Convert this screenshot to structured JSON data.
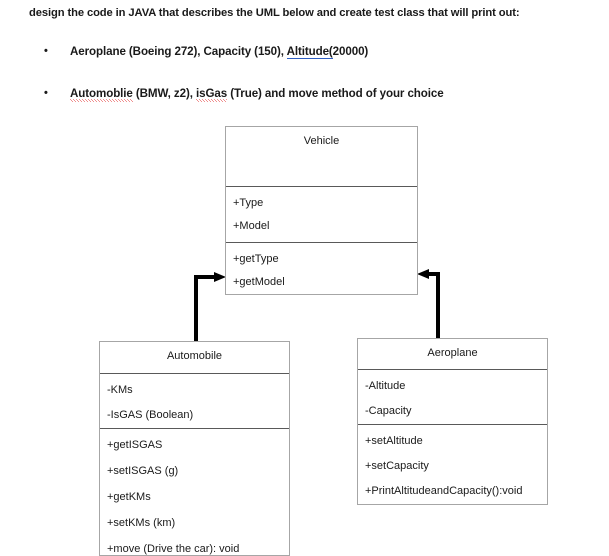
{
  "prompt": {
    "instruction": "design the code in JAVA that describes the UML below and create test class that will print out:",
    "bullets": [
      {
        "marker": "•",
        "pre": "Aeroplane (Boeing 272), Capacity (150), ",
        "underlined": "Altitude(",
        "post": "20000)"
      },
      {
        "marker": "•",
        "misspelled_1": "Automoblie",
        "mid": " (BMW, z2), ",
        "misspelled_2": "isGas",
        "post": " (True) and move method of your choice"
      }
    ]
  },
  "diagram": {
    "type": "uml-class-diagram",
    "classes": [
      {
        "name": "Vehicle",
        "attributes": [
          "+Type",
          "+Model"
        ],
        "methods": [
          "+getType",
          "+getModel"
        ]
      },
      {
        "name": "Automobile",
        "attributes": [
          "-KMs",
          "-IsGAS (Boolean)"
        ],
        "methods": [
          "+getISGAS",
          "+setISGAS (g)",
          "+getKMs",
          "+setKMs (km)",
          "+move (Drive the car): void"
        ]
      },
      {
        "name": "Aeroplane",
        "attributes": [
          "-Altitude",
          "-Capacity"
        ],
        "methods": [
          "+setAltitude",
          "+setCapacity",
          "+PrintAltitudeandCapacity():void"
        ]
      }
    ],
    "relationships": [
      {
        "from": "Automobile",
        "to": "Vehicle",
        "kind": "inheritance-arrow"
      },
      {
        "from": "Aeroplane",
        "to": "Vehicle",
        "kind": "inheritance-arrow"
      }
    ]
  },
  "colors": {
    "box_border": "#a6a6a6",
    "compartment_divider": "#595959",
    "connector": "#000000",
    "text": "#1a1a1a",
    "spell_underline": "#e02020",
    "grammar_underline": "#2f5fc4",
    "background": "#ffffff"
  }
}
